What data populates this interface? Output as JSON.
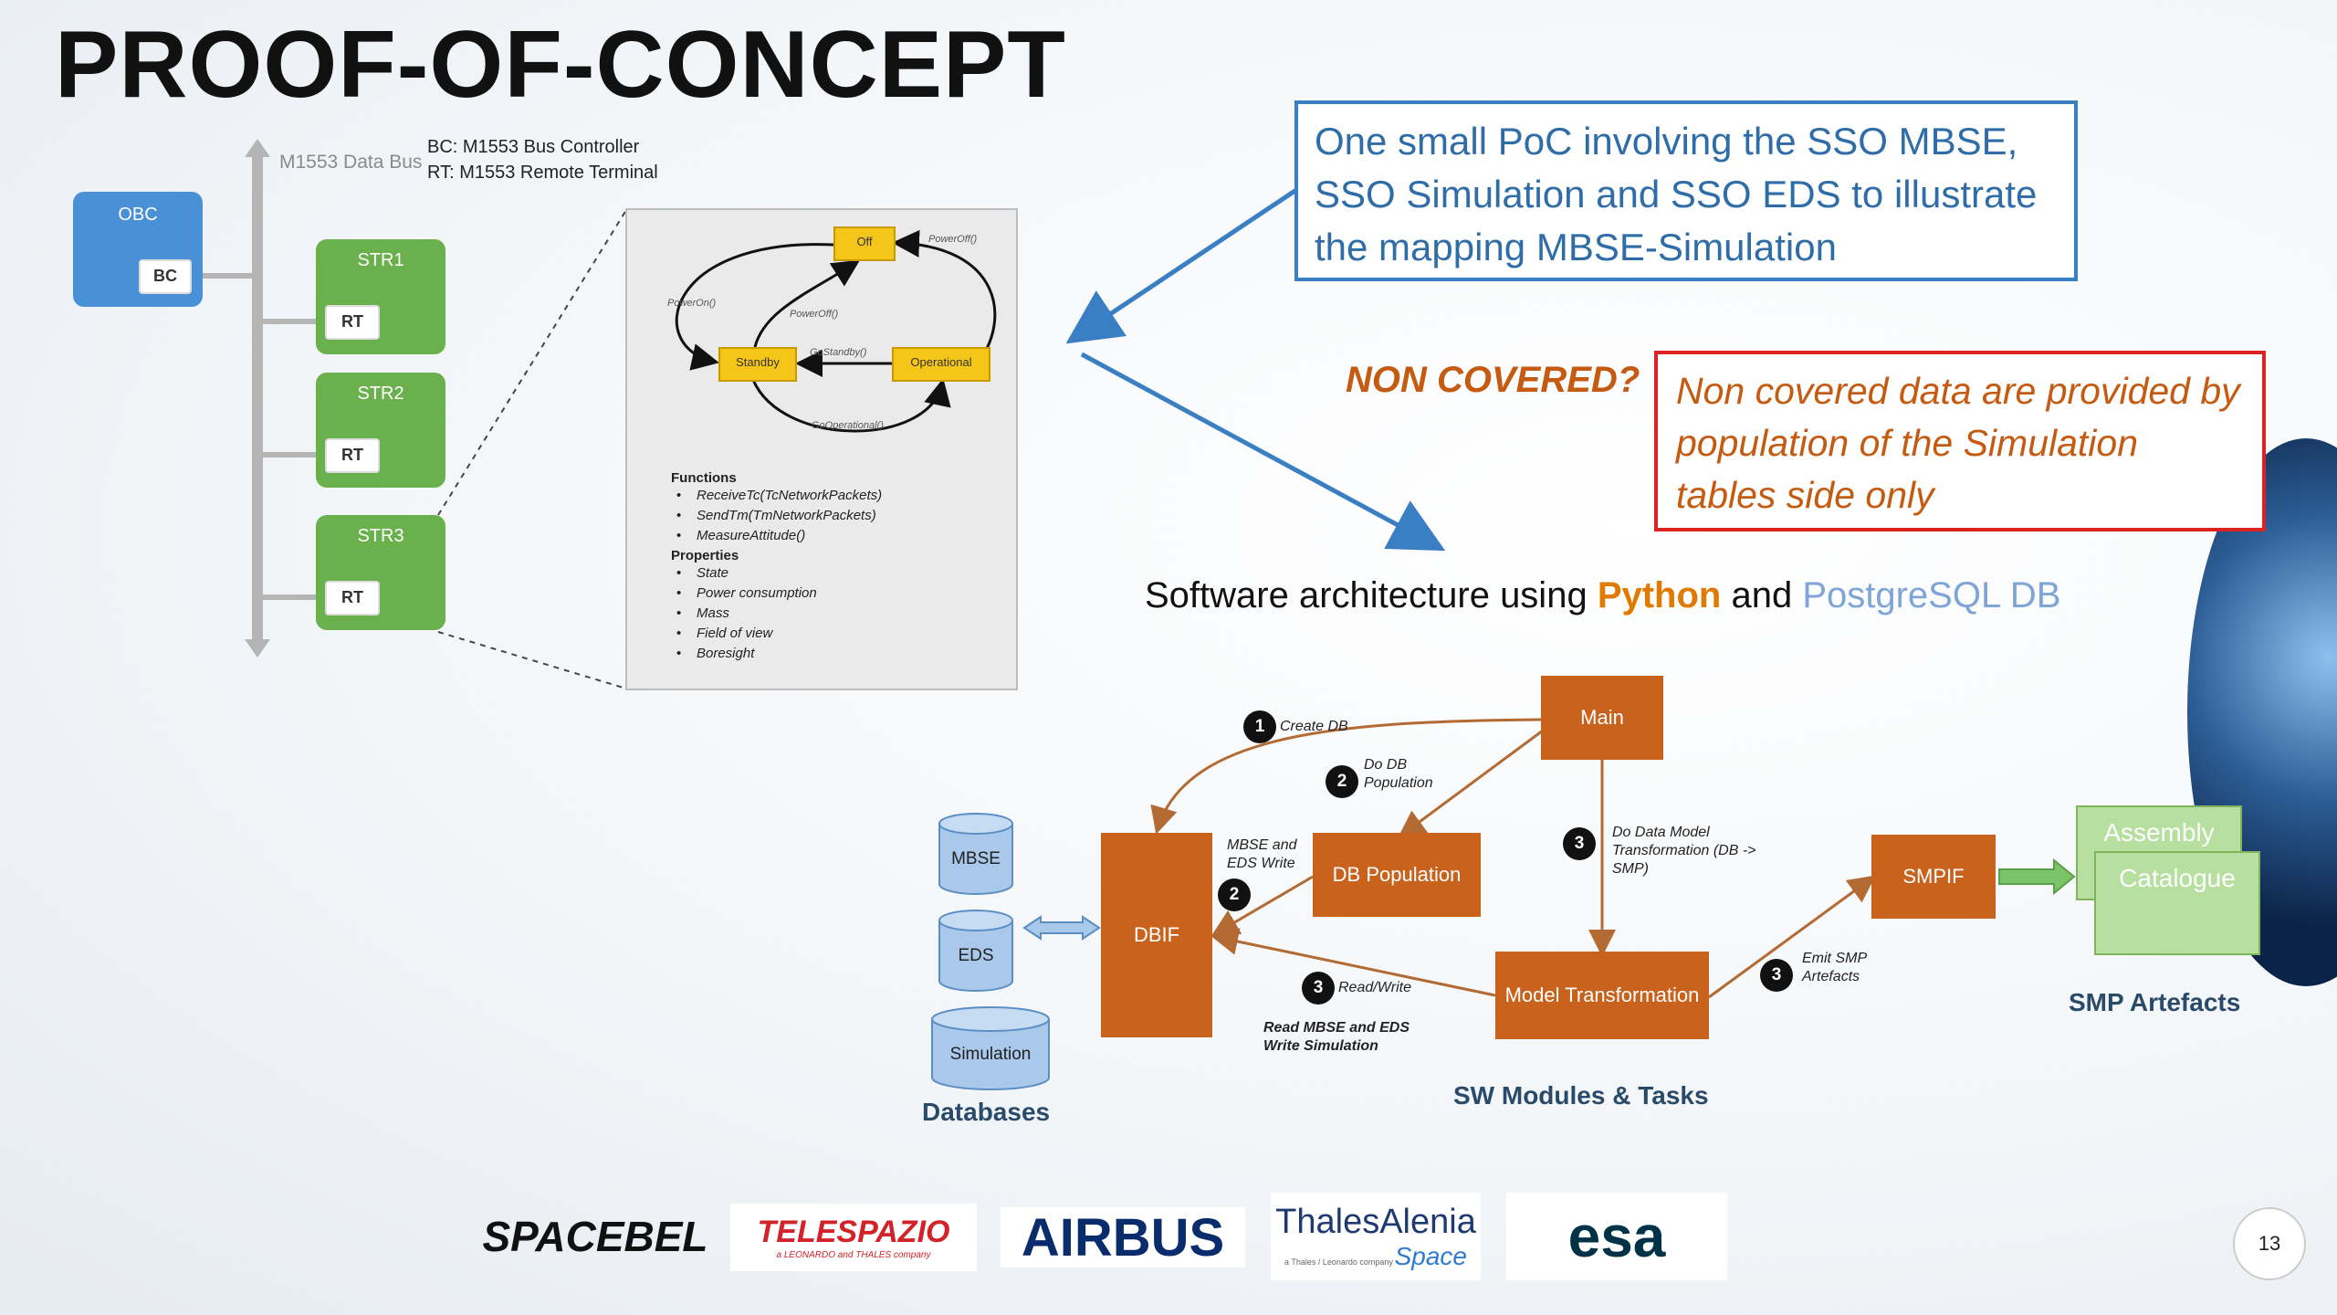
{
  "slide": {
    "title": "PROOF-OF-CONCEPT",
    "page_number": "13"
  },
  "bus_diagram": {
    "bus_label": "M1553 Data Bus",
    "legend": [
      "BC: M1553 Bus Controller",
      "RT: M1553 Remote Terminal"
    ],
    "obc": {
      "label": "OBC",
      "port": "BC"
    },
    "terminals": [
      {
        "label": "STR1",
        "port": "RT"
      },
      {
        "label": "STR2",
        "port": "RT"
      },
      {
        "label": "STR3",
        "port": "RT"
      }
    ]
  },
  "state_machine": {
    "states": {
      "off": "Off",
      "standby": "Standby",
      "operational": "Operational"
    },
    "transitions": {
      "power_off_top": "PowerOff()",
      "power_on": "PowerOn()",
      "power_off_mid": "PowerOff()",
      "go_standby": "GoStandby()",
      "go_operational": "GoOperational()"
    },
    "functions_header": "Functions",
    "functions": [
      "ReceiveTc(TcNetworkPackets)",
      "SendTm(TmNetworkPackets)",
      "MeasureAttitude()"
    ],
    "properties_header": "Properties",
    "properties": [
      "State",
      "Power consumption",
      "Mass",
      "Field of view",
      "Boresight"
    ]
  },
  "callouts": {
    "poc_text": "One small PoC involving the SSO MBSE, SSO Simulation and SSO EDS to illustrate the mapping MBSE-Simulation",
    "non_covered_label": "NON COVERED?",
    "non_covered_text": "Non covered data are provided by population of the Simulation tables side only"
  },
  "architecture": {
    "heading_prefix": "Software architecture using ",
    "python": "Python",
    "and": " and ",
    "postgres": "PostgreSQL DB",
    "databases": [
      "MBSE",
      "EDS",
      "Simulation"
    ],
    "databases_label": "Databases",
    "modules": {
      "dbif": "DBIF",
      "main": "Main",
      "db_population": "DB Population",
      "model_transformation": "Model Transformation",
      "smpif": "SMPIF"
    },
    "modules_label": "SW Modules & Tasks",
    "annotations": {
      "create_db": "Create DB",
      "do_db_population": "Do DB Population",
      "mbse_eds_write": "MBSE and EDS Write",
      "do_data_model": "Do Data Model Transformation (DB -> SMP)",
      "read_write": "Read/Write",
      "read_write_detail": "Read MBSE and EDS Write Simulation",
      "emit_smp": "Emit SMP Artefacts"
    },
    "step_numbers": [
      "1",
      "2",
      "2",
      "3",
      "3",
      "3"
    ],
    "artefacts": {
      "assembly": "Assembly",
      "catalogue": "Catalogue"
    },
    "artefacts_label": "SMP Artefacts"
  },
  "logos": [
    "SPACEBEL",
    "TELESPAZIO",
    "a LEONARDO and THALES company",
    "AIRBUS",
    "ThalesAlenia",
    "a Thales / Leonardo company",
    "Space",
    "esa"
  ],
  "colors": {
    "accent_blue": "#3a7ec3",
    "module_orange": "#c8621d",
    "terminal_green": "#6ab04c",
    "obc_blue": "#4a90d6",
    "warning_red": "#dd2222",
    "python_orange": "#e07a00",
    "postgres_blue": "#7fa4d6"
  }
}
